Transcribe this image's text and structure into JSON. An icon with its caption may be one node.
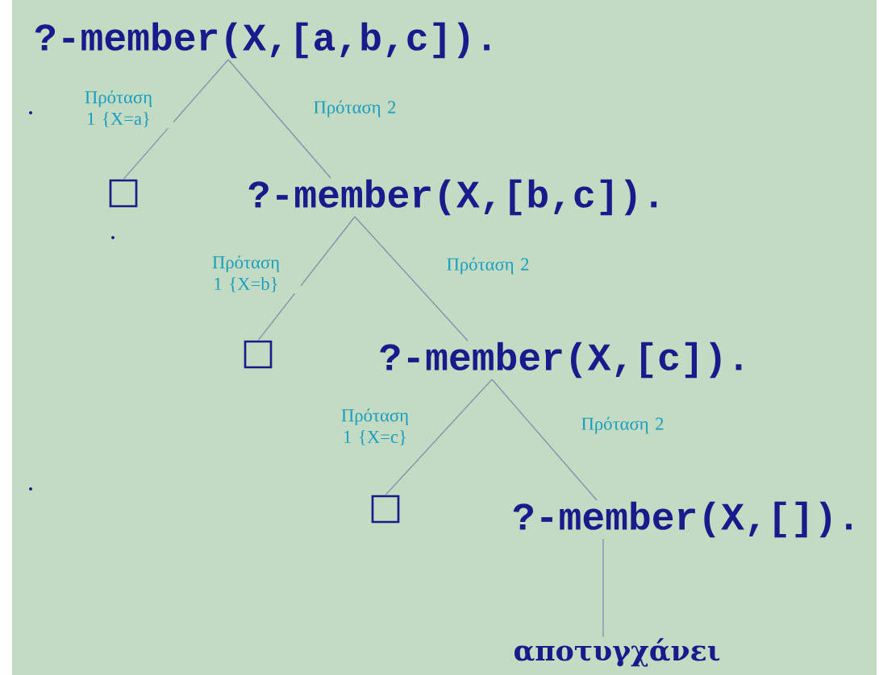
{
  "diagram": {
    "nodes": [
      {
        "text": [
          "?-member(X,[a,b,c])."
        ]
      },
      {
        "text": [],
        "shape": "box"
      },
      {
        "text": [
          "?-member(X,[b,c])."
        ]
      },
      {
        "text": [],
        "shape": "box"
      },
      {
        "text": [
          "?-member(X,[c])."
        ]
      },
      {
        "text": [],
        "shape": "box"
      },
      {
        "text": [
          "?-member(X,[])."
        ]
      },
      {
        "text": [
          "αποτυγχάνει"
        ]
      }
    ],
    "edges": [
      {
        "from": 0,
        "to": 1,
        "arrow": "none",
        "label": "Πρόταση 1 {X=a}"
      },
      {
        "from": 0,
        "to": 2,
        "arrow": "none",
        "label": "Πρόταση 2"
      },
      {
        "from": 2,
        "to": 3,
        "arrow": "none",
        "label": "Πρόταση 1 {X=b}"
      },
      {
        "from": 2,
        "to": 4,
        "arrow": "none",
        "label": "Πρόταση 2"
      },
      {
        "from": 4,
        "to": 5,
        "arrow": "none",
        "label": "Πρόταση 1 {X=c}"
      },
      {
        "from": 4,
        "to": 6,
        "arrow": "none",
        "label": "Πρόταση 2"
      },
      {
        "from": 6,
        "to": 7,
        "arrow": "none"
      }
    ]
  }
}
